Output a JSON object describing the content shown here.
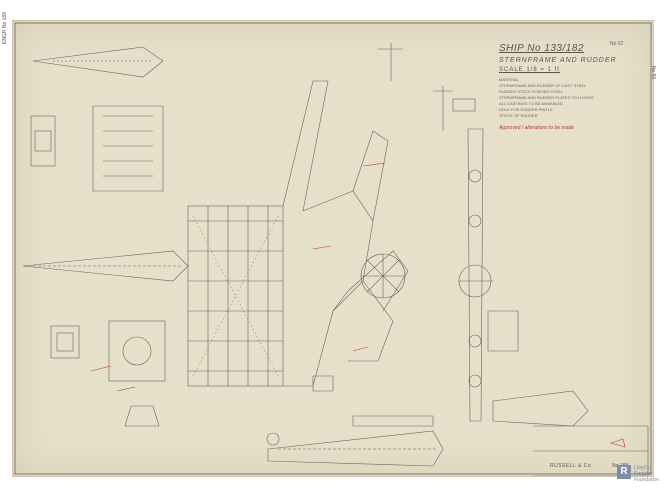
{
  "drawing": {
    "ship": "SHIP No 133/182",
    "subject": "STERNFRAME AND RUDDER",
    "scale": "SCALE 1/8 = 1 ft",
    "notes": [
      "MATERIAL",
      "STERNFRAME AND RUDDER OF CAST STEEL",
      "RUDDER STOCK FORGED STEEL",
      "STERNFRAME AND RUDDER PLATES TO LLOYDS",
      "ALL CASTINGS TO BE ANNEALED",
      "HOLE FOR RUDDER PINTLE",
      "STOCK OF RUDDER"
    ],
    "approval": "Approved / alterations to be made",
    "drawing_number": "No 62",
    "makers": "RUSSELL & Co",
    "makers_no": "No 188",
    "side_label": "ENGR No 188",
    "right_label": "No 50"
  },
  "archive": {
    "logo_mark": "R",
    "logo_text": "Lloyd's Register Foundation"
  },
  "colors": {
    "paper": "#e6e0cb",
    "ink": "#6b6356",
    "red_ink": "#c0392b",
    "logo": "#7d8ea6"
  }
}
